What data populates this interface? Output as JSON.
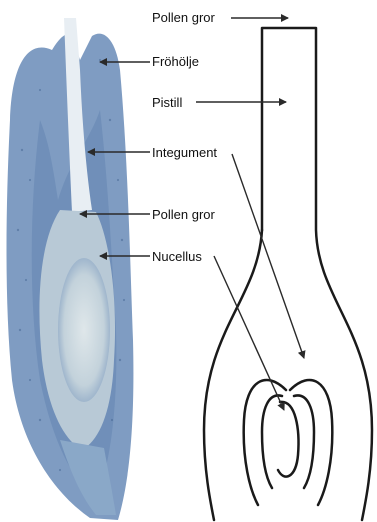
{
  "labels": {
    "pollen_top": "Pollen gror",
    "frohölje": "Fröhölje",
    "pistill": "Pistill",
    "integument": "Integument",
    "pollen_mid": "Pollen gror",
    "nucellus": "Nucellus"
  },
  "colors": {
    "tissue_fill": "#7f9cc2",
    "tissue_dark": "#4d6f9f",
    "tissue_light": "#d7e1ea",
    "nucellus_fill": "#c9d6dc",
    "line": "#1a1a1a",
    "arrow": "#2a2a2a"
  }
}
